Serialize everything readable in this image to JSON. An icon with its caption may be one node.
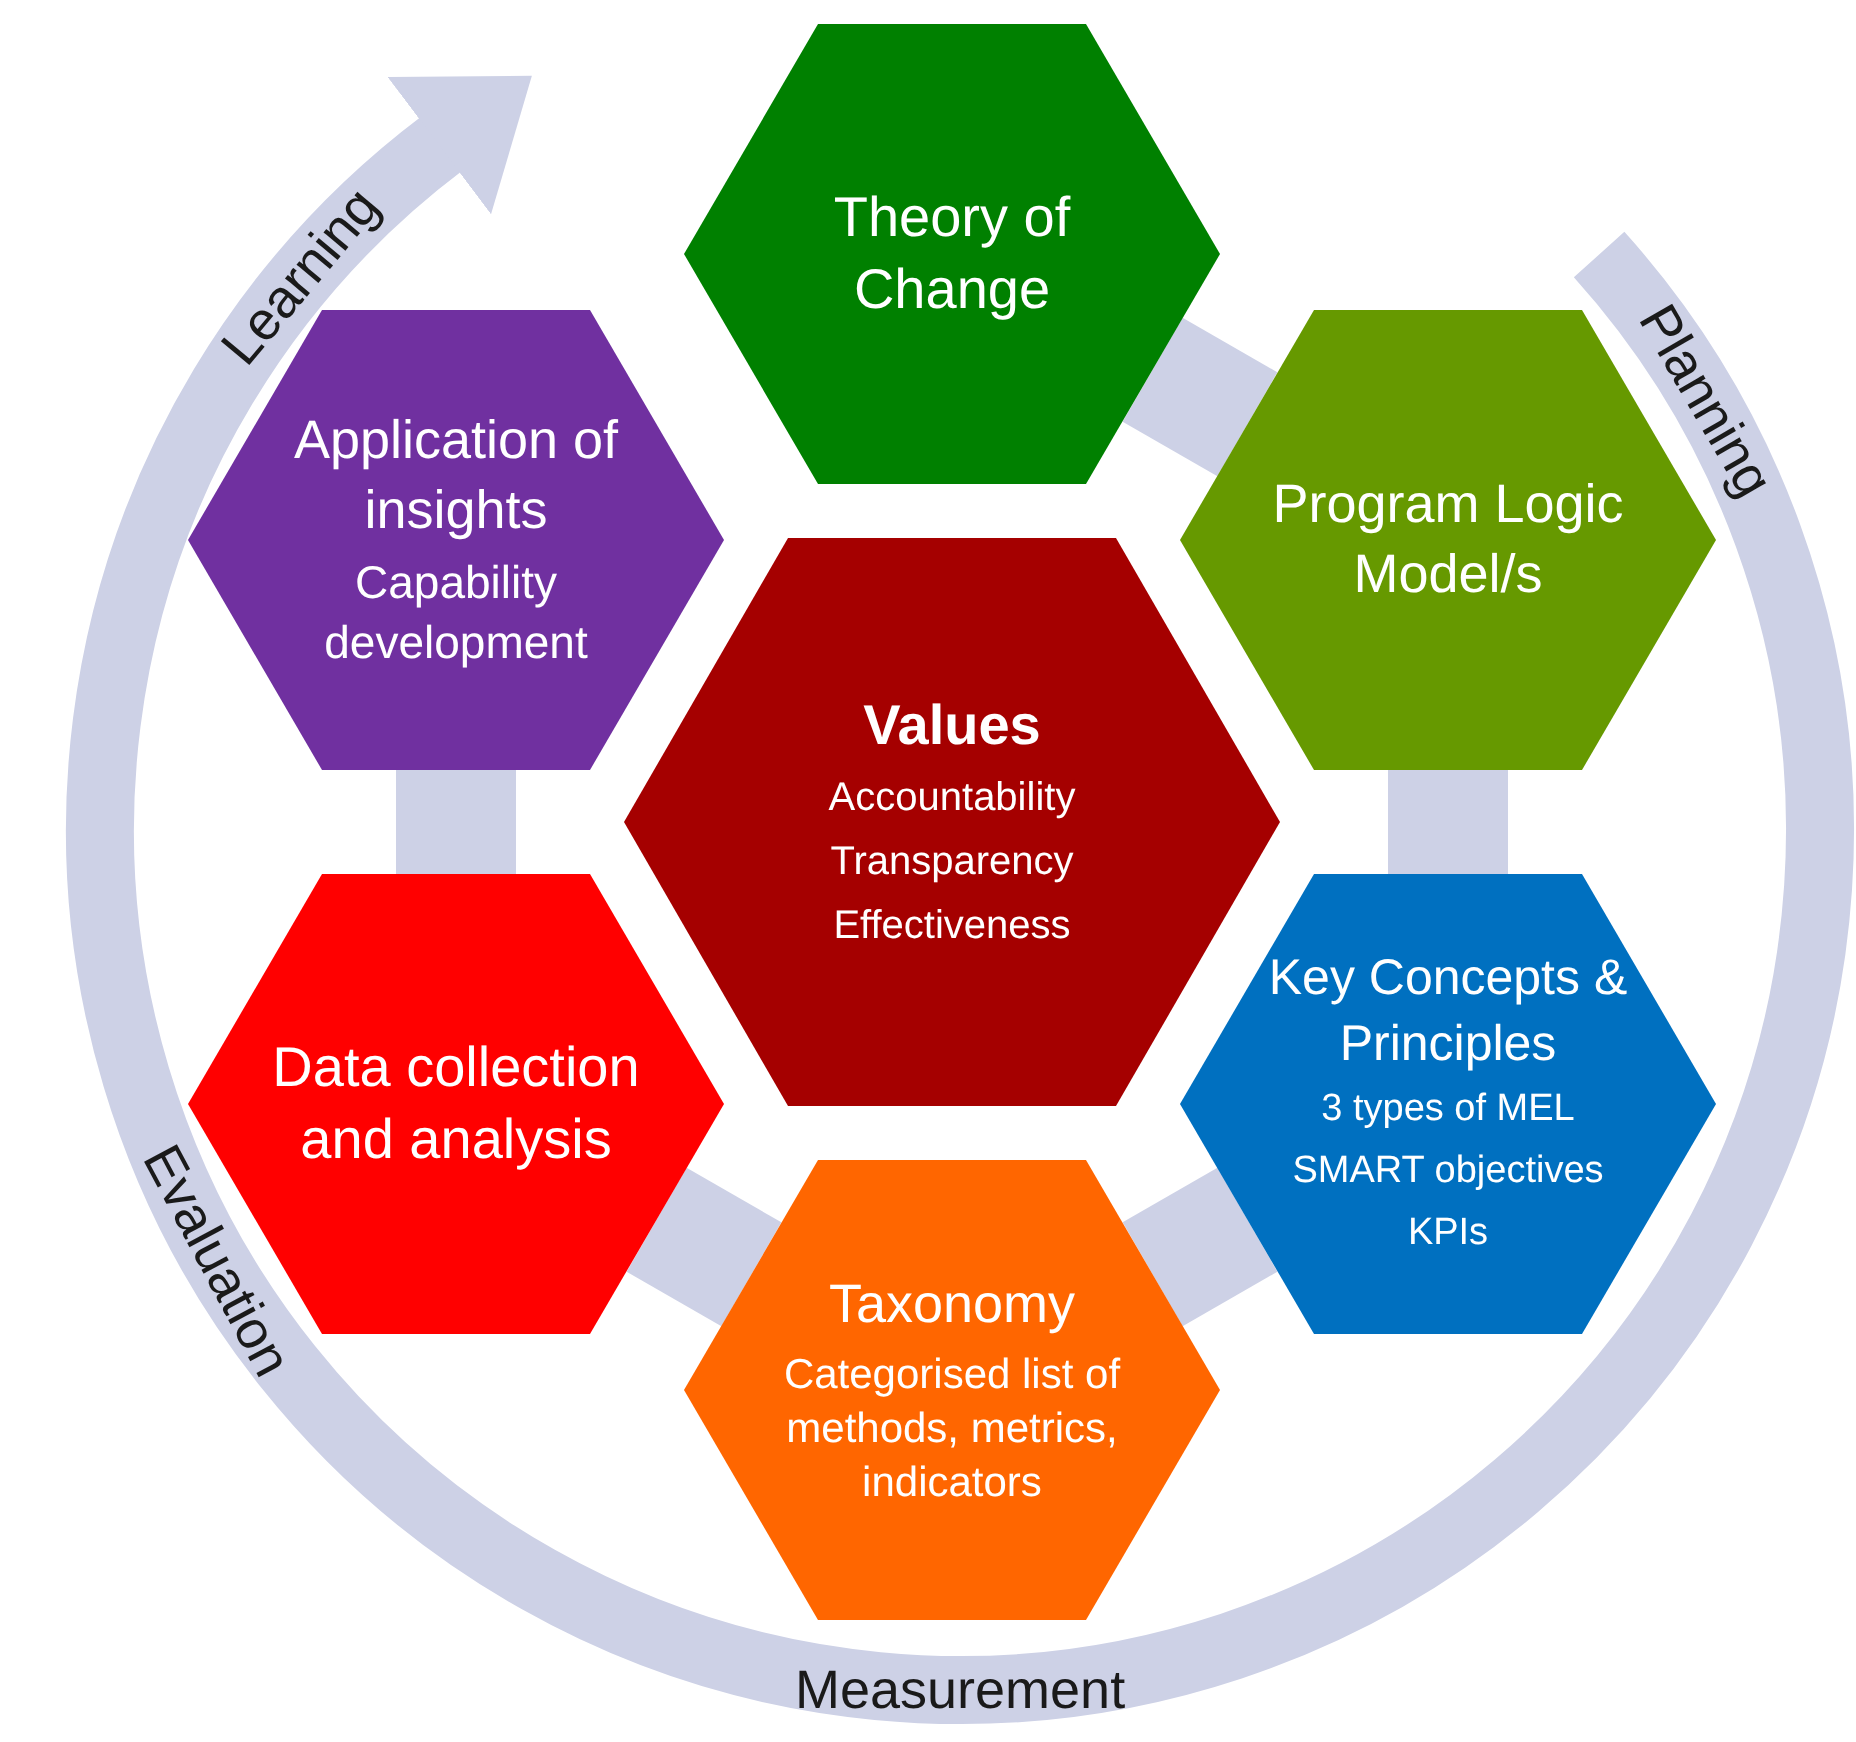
{
  "diagram": {
    "nodes": [
      {
        "text": [
          "Theory of Change"
        ]
      },
      {
        "text": [
          "Application of insights",
          "Capability development"
        ]
      },
      {
        "text": [
          "Program Logic Model/s"
        ]
      },
      {
        "text": [
          "Values",
          "Accountability",
          "Transparency",
          "Effectiveness"
        ]
      },
      {
        "text": [
          "Data collection and analysis"
        ]
      },
      {
        "text": [
          "Key Concepts & Principles",
          "3 types of MEL",
          "SMART objectives",
          "KPIs"
        ]
      },
      {
        "text": [
          "Taxonomy",
          "Categorised list of methods, metrics, indicators"
        ]
      }
    ],
    "edges": [
      {
        "from": 0,
        "to": 2,
        "arrow": "none"
      },
      {
        "from": 2,
        "to": 5,
        "arrow": "none"
      },
      {
        "from": 5,
        "to": 6,
        "arrow": "none"
      },
      {
        "from": 6,
        "to": 4,
        "arrow": "none"
      },
      {
        "from": 4,
        "to": 1,
        "arrow": "none"
      }
    ],
    "labels": [
      "Learning",
      "Planning",
      "Evaluation",
      "Measurement"
    ]
  }
}
